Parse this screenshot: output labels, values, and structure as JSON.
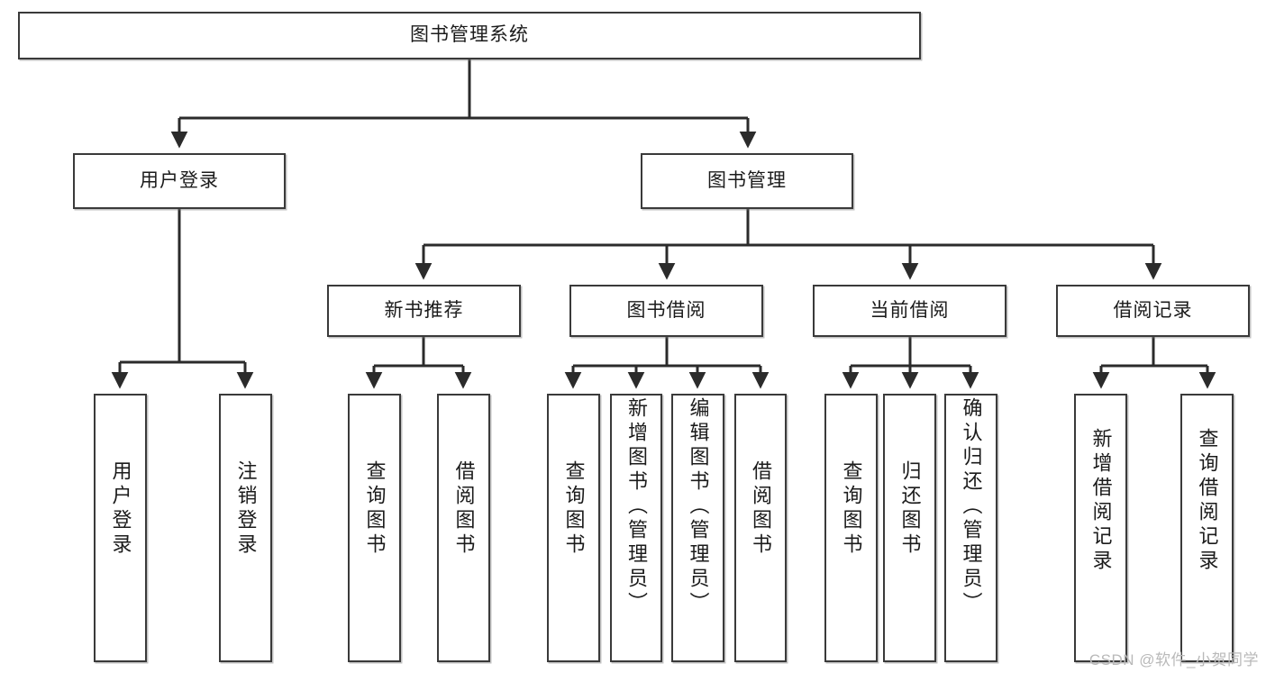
{
  "diagram": {
    "type": "tree-hierarchy-chart",
    "title": "图书管理系统",
    "watermark": "CSDN @软件_小贺同学",
    "colors": {
      "box_border": "#3a3a3a",
      "box_fill": "#ffffff",
      "connector": "#2b2b2b",
      "text": "#1b1b1b",
      "watermark": "#b9b9b9"
    },
    "root": {
      "label": "图书管理系统"
    },
    "level2": [
      {
        "label": "用户登录"
      },
      {
        "label": "图书管理"
      }
    ],
    "level3": [
      {
        "label": "新书推荐"
      },
      {
        "label": "图书借阅"
      },
      {
        "label": "当前借阅"
      },
      {
        "label": "借阅记录"
      }
    ],
    "leaves": {
      "user_login": [
        {
          "label": "用户登录"
        },
        {
          "label": "注销登录"
        }
      ],
      "new_book_recommend": [
        {
          "label": "查询图书"
        },
        {
          "label": "借阅图书"
        }
      ],
      "book_borrow": [
        {
          "label": "查询图书"
        },
        {
          "label": "新增图书（管理员）"
        },
        {
          "label": "编辑图书（管理员）"
        },
        {
          "label": "借阅图书"
        }
      ],
      "current_borrow": [
        {
          "label": "查询图书"
        },
        {
          "label": "归还图书"
        },
        {
          "label": "确认归还（管理员）"
        }
      ],
      "borrow_record": [
        {
          "label": "新增借阅记录"
        },
        {
          "label": "查询借阅记录"
        }
      ]
    }
  }
}
